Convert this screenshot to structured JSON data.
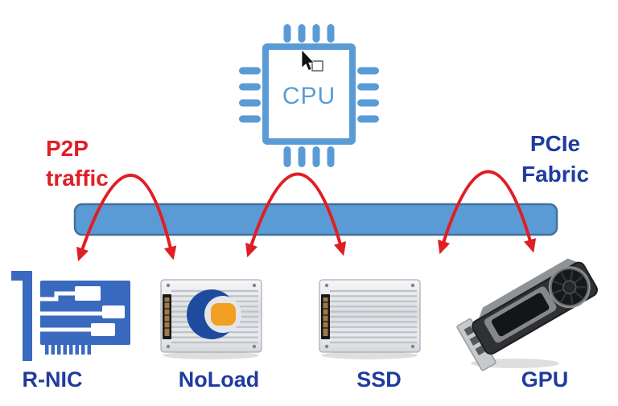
{
  "diagram": {
    "cpu": {
      "label": "CPU"
    },
    "p2p": {
      "line1": "P2P",
      "line2": "traffic"
    },
    "fabric": {
      "line1": "PCIe",
      "line2": "Fabric"
    },
    "devices": [
      {
        "label": "R-NIC",
        "icon": "network-card-icon"
      },
      {
        "label": "NoLoad",
        "icon": "noload-accelerator-icon"
      },
      {
        "label": "SSD",
        "icon": "ssd-drive-icon"
      },
      {
        "label": "GPU",
        "icon": "gpu-card-icon"
      }
    ],
    "p2p_arcs": [
      {
        "from": "R-NIC",
        "to": "NoLoad"
      },
      {
        "from": "NoLoad",
        "to": "SSD"
      },
      {
        "from": "SSD",
        "to": "GPU"
      }
    ]
  },
  "icons": {
    "cpu": "cpu-chip-icon",
    "cursor": "mouse-cursor-icon",
    "fabric_bar": "pcie-fabric-bar",
    "arrows": "p2p-arrow-arc"
  },
  "colors": {
    "accent_blue": "#5b9bd5",
    "bar_border": "#41719c",
    "arrow_red": "#e01e25",
    "label_navy": "#1f3c9e",
    "nic_blue": "#3a6abf",
    "logo_blue": "#1e4b9e",
    "logo_orange": "#f2a024"
  }
}
